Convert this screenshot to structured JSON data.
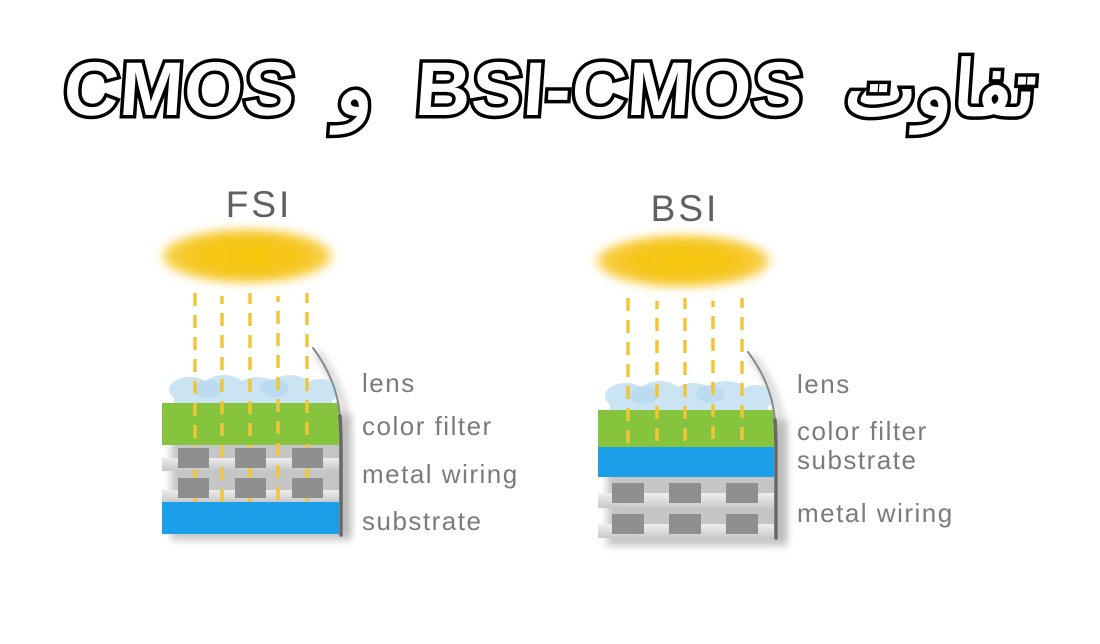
{
  "title": {
    "text": "تفاوت BSI-CMOS و CMOS"
  },
  "diagrams": {
    "fsi": {
      "title": "FSI",
      "labels": [
        "lens",
        "color filter",
        "metal wiring",
        "substrate"
      ]
    },
    "bsi": {
      "title": "BSI",
      "labels": [
        "lens",
        "color filter",
        "substrate",
        "metal wiring"
      ]
    }
  },
  "colors": {
    "light_yellow": "#f6c51c",
    "ray_yellow": "#f0c53a",
    "microlens_blue": "#cbe4f4",
    "color_filter_green": "#87c43d",
    "substrate_blue": "#1a9fe8",
    "metal_block_gray": "#8f8f8f",
    "wiring_band_gray": "#d9d9d9",
    "label_gray": "#7b7b7b",
    "diagram_title_gray": "#606060",
    "title_fill": "#ffffff",
    "title_outline": "#000000"
  }
}
